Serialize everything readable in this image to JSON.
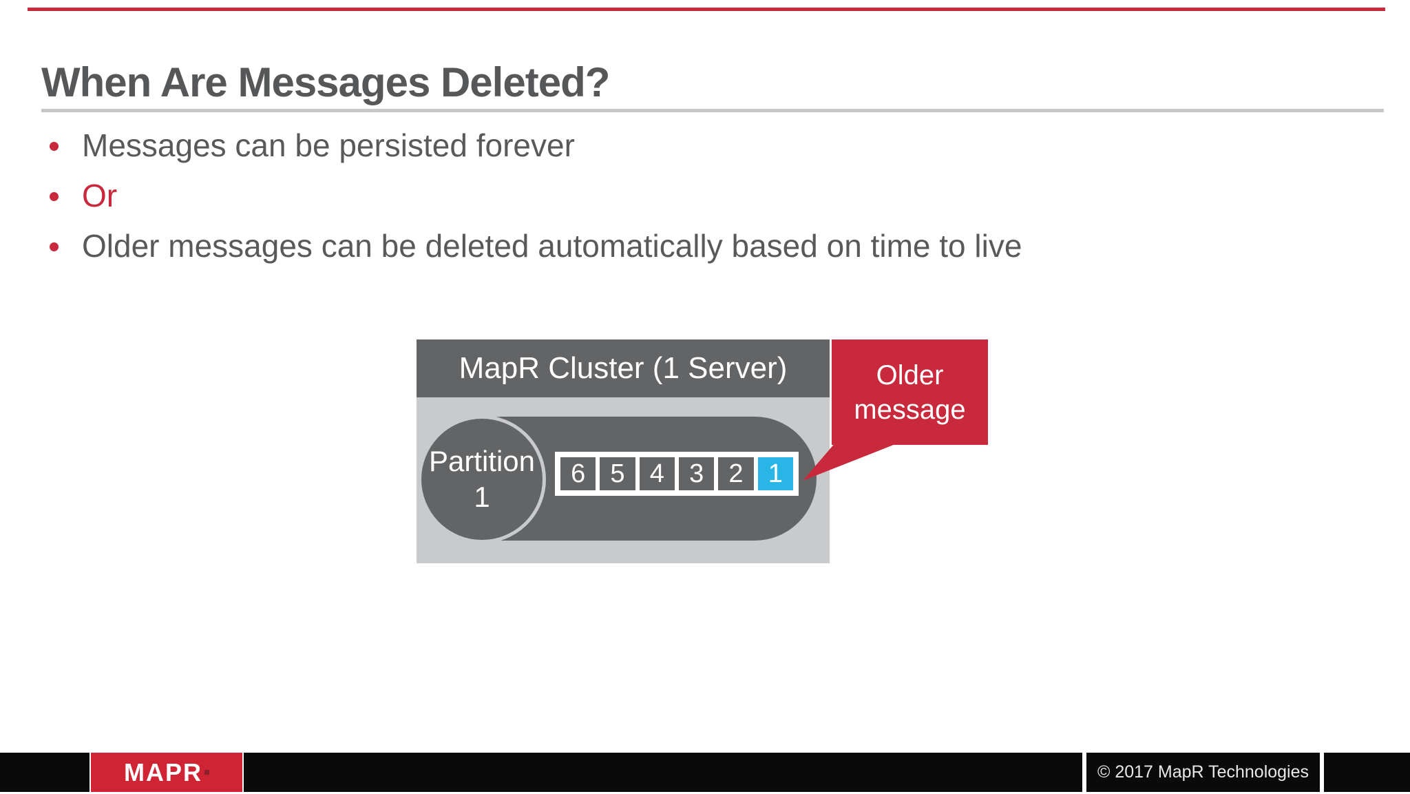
{
  "slide": {
    "title": "When Are Messages Deleted?",
    "bullets": [
      {
        "text": "Messages can be persisted forever",
        "emphasis": false
      },
      {
        "text": "Or",
        "emphasis": true
      },
      {
        "text": "Older messages can be deleted automatically based on time to live",
        "emphasis": false
      }
    ]
  },
  "diagram": {
    "cluster_title": "MapR Cluster (1 Server)",
    "partition": {
      "line1": "Partition",
      "line2": "1"
    },
    "messages": [
      {
        "value": "6",
        "highlighted": false
      },
      {
        "value": "5",
        "highlighted": false
      },
      {
        "value": "4",
        "highlighted": false
      },
      {
        "value": "3",
        "highlighted": false
      },
      {
        "value": "2",
        "highlighted": false
      },
      {
        "value": "1",
        "highlighted": true
      }
    ],
    "callout": {
      "line1": "Older",
      "line2": "message"
    }
  },
  "footer": {
    "logo_text": "MAPR",
    "copyright": "© 2017 MapR Technologies"
  },
  "colors": {
    "brand_red": "#c9293c",
    "logo_box_red": "#cf2434",
    "dark_gray": "#636466",
    "light_gray": "#c9cacc",
    "text_gray": "#58595b",
    "title_gray": "#565759",
    "highlight_cyan": "#29b5e6",
    "footer_black": "#0a0a0b",
    "rule_gray": "#c6c7c9"
  }
}
